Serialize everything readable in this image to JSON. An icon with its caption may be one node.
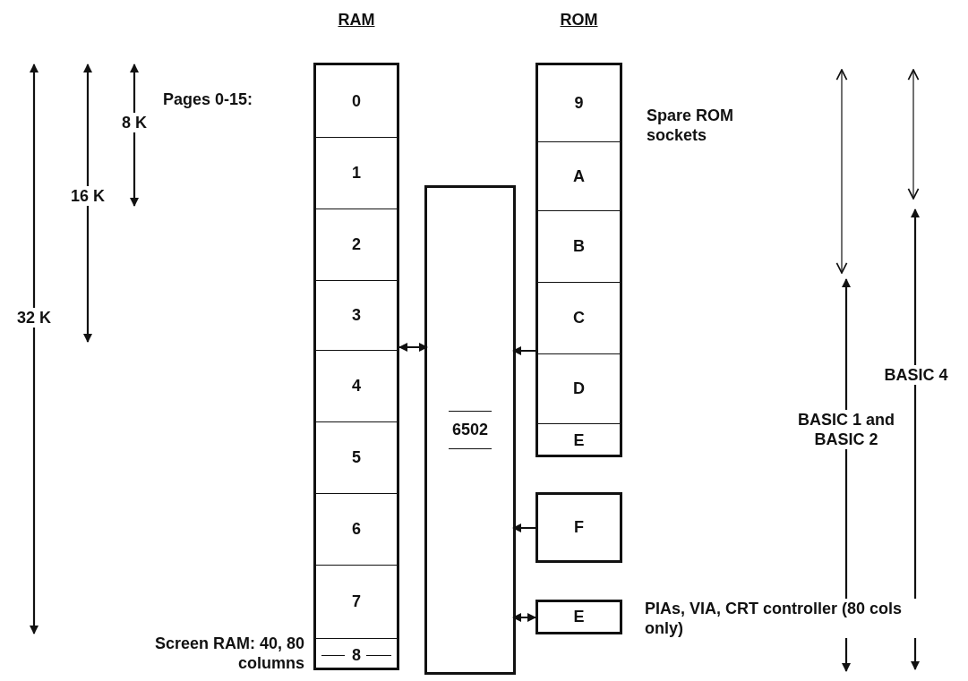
{
  "diagram": {
    "nodes": [
      {
        "text": [
          "RAM"
        ]
      },
      {
        "text": [
          "0"
        ],
        "in": 0
      },
      {
        "text": [
          "1"
        ],
        "in": 0
      },
      {
        "text": [
          "2"
        ],
        "in": 0
      },
      {
        "text": [
          "3"
        ],
        "in": 0
      },
      {
        "text": [
          "4"
        ],
        "in": 0
      },
      {
        "text": [
          "5"
        ],
        "in": 0
      },
      {
        "text": [
          "6"
        ],
        "in": 0
      },
      {
        "text": [
          "7"
        ],
        "in": 0
      },
      {
        "text": [
          "8"
        ],
        "in": 0
      },
      {
        "text": [
          "6502"
        ]
      },
      {
        "text": [
          "ROM"
        ]
      },
      {
        "text": [
          "9"
        ],
        "in": 11
      },
      {
        "text": [
          "A"
        ],
        "in": 11
      },
      {
        "text": [
          "B"
        ],
        "in": 11
      },
      {
        "text": [
          "C"
        ],
        "in": 11
      },
      {
        "text": [
          "D"
        ],
        "in": 11
      },
      {
        "text": [
          "E"
        ],
        "in": 11
      },
      {
        "text": [
          "F"
        ]
      },
      {
        "text": [
          "E"
        ]
      }
    ],
    "edges": [
      {
        "from": 0,
        "to": 10,
        "arrow": "both"
      },
      {
        "from": 11,
        "to": 10,
        "arrow": "to"
      },
      {
        "from": 18,
        "to": 10,
        "arrow": "to"
      },
      {
        "from": 19,
        "to": 10,
        "arrow": "both"
      }
    ],
    "labels": [
      "Pages 0-15:",
      "8 K",
      "16 K",
      "32 K",
      "Spare ROM sockets",
      "BASIC 4",
      "BASIC 1 and BASIC 2",
      "PIAs, VIA, CRT controller (80 cols only)",
      "Screen RAM: 40, 80 columns"
    ]
  }
}
